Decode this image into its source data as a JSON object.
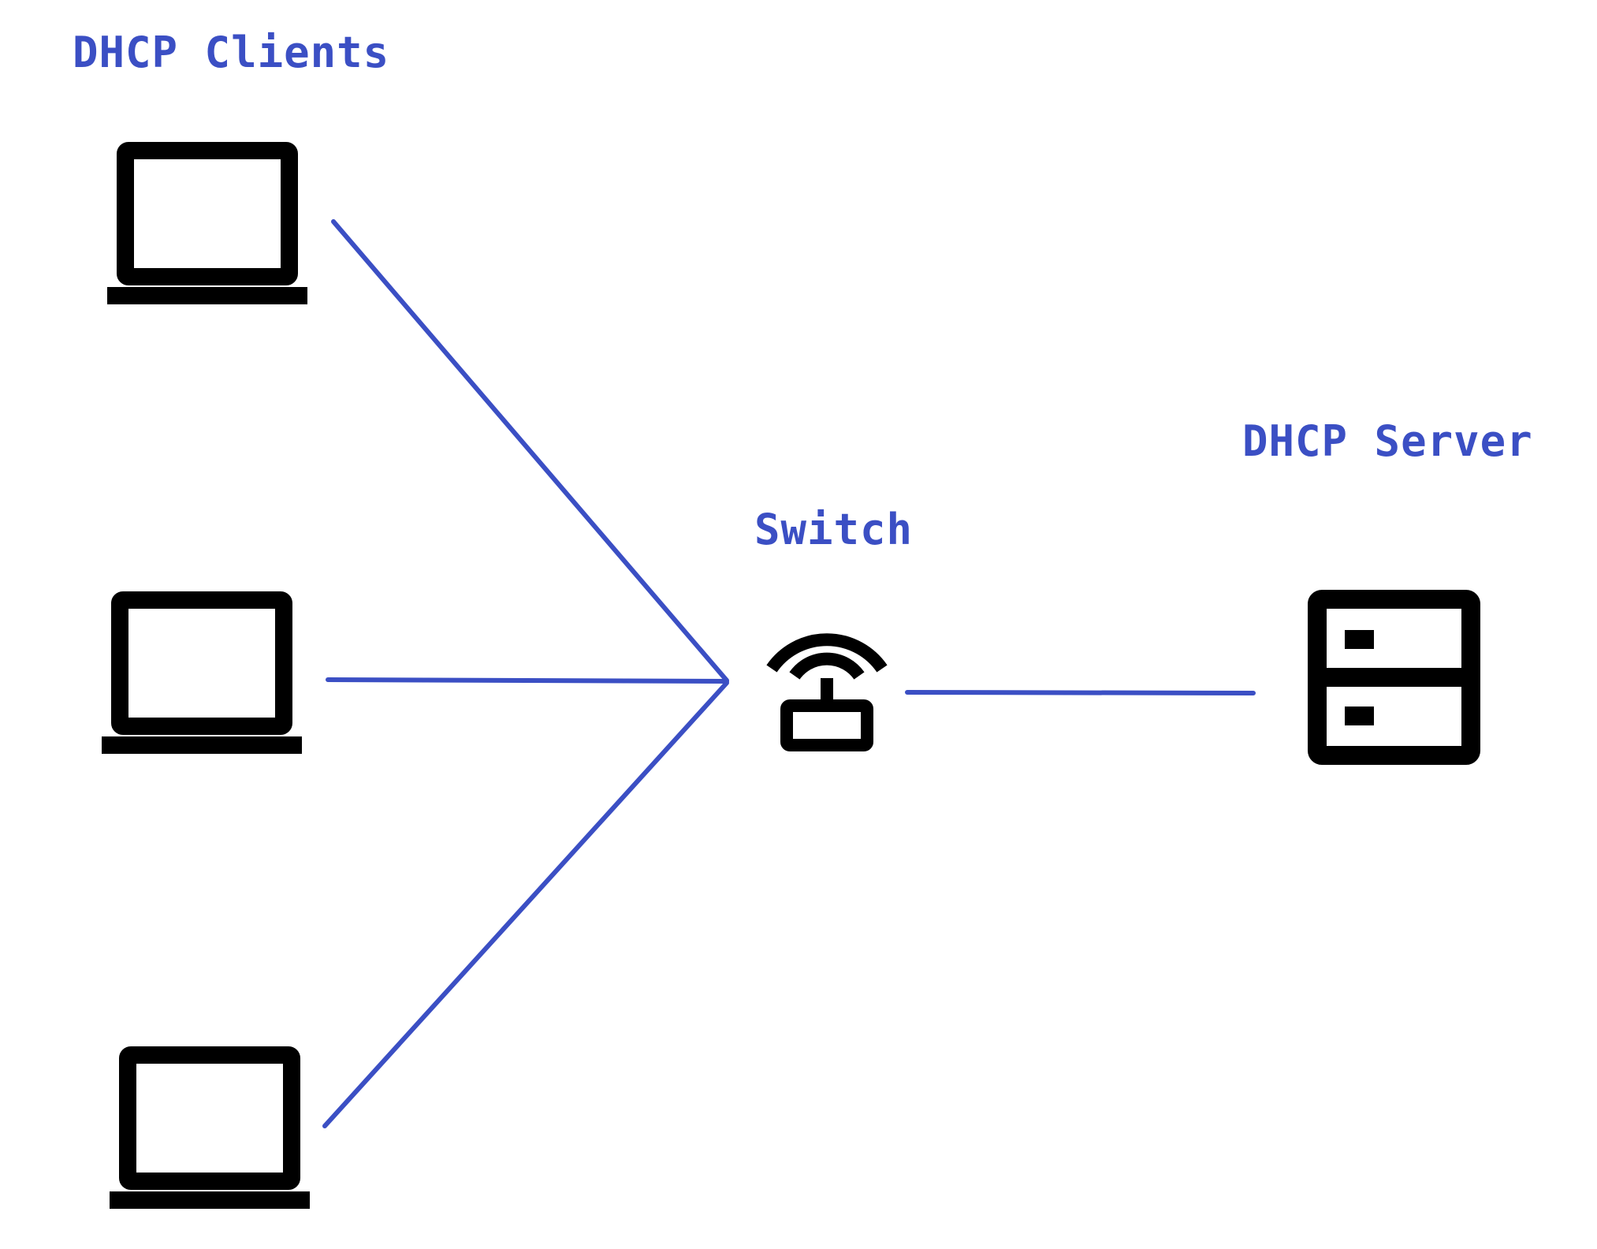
{
  "labels": {
    "clients": "DHCP Clients",
    "switch": "Switch",
    "server": "DHCP Server"
  },
  "nodes": {
    "clients": [
      "laptop-icon",
      "laptop-icon",
      "laptop-icon"
    ],
    "switch": "wireless-router-icon",
    "server": "server-icon"
  },
  "connections": [
    {
      "from": "client-1",
      "to": "switch"
    },
    {
      "from": "client-2",
      "to": "switch"
    },
    {
      "from": "client-3",
      "to": "switch"
    },
    {
      "from": "switch",
      "to": "server"
    }
  ],
  "colors": {
    "link": "#3b4fc4",
    "label": "#3b4fc4",
    "icon": "#000000",
    "background": "#ffffff"
  }
}
